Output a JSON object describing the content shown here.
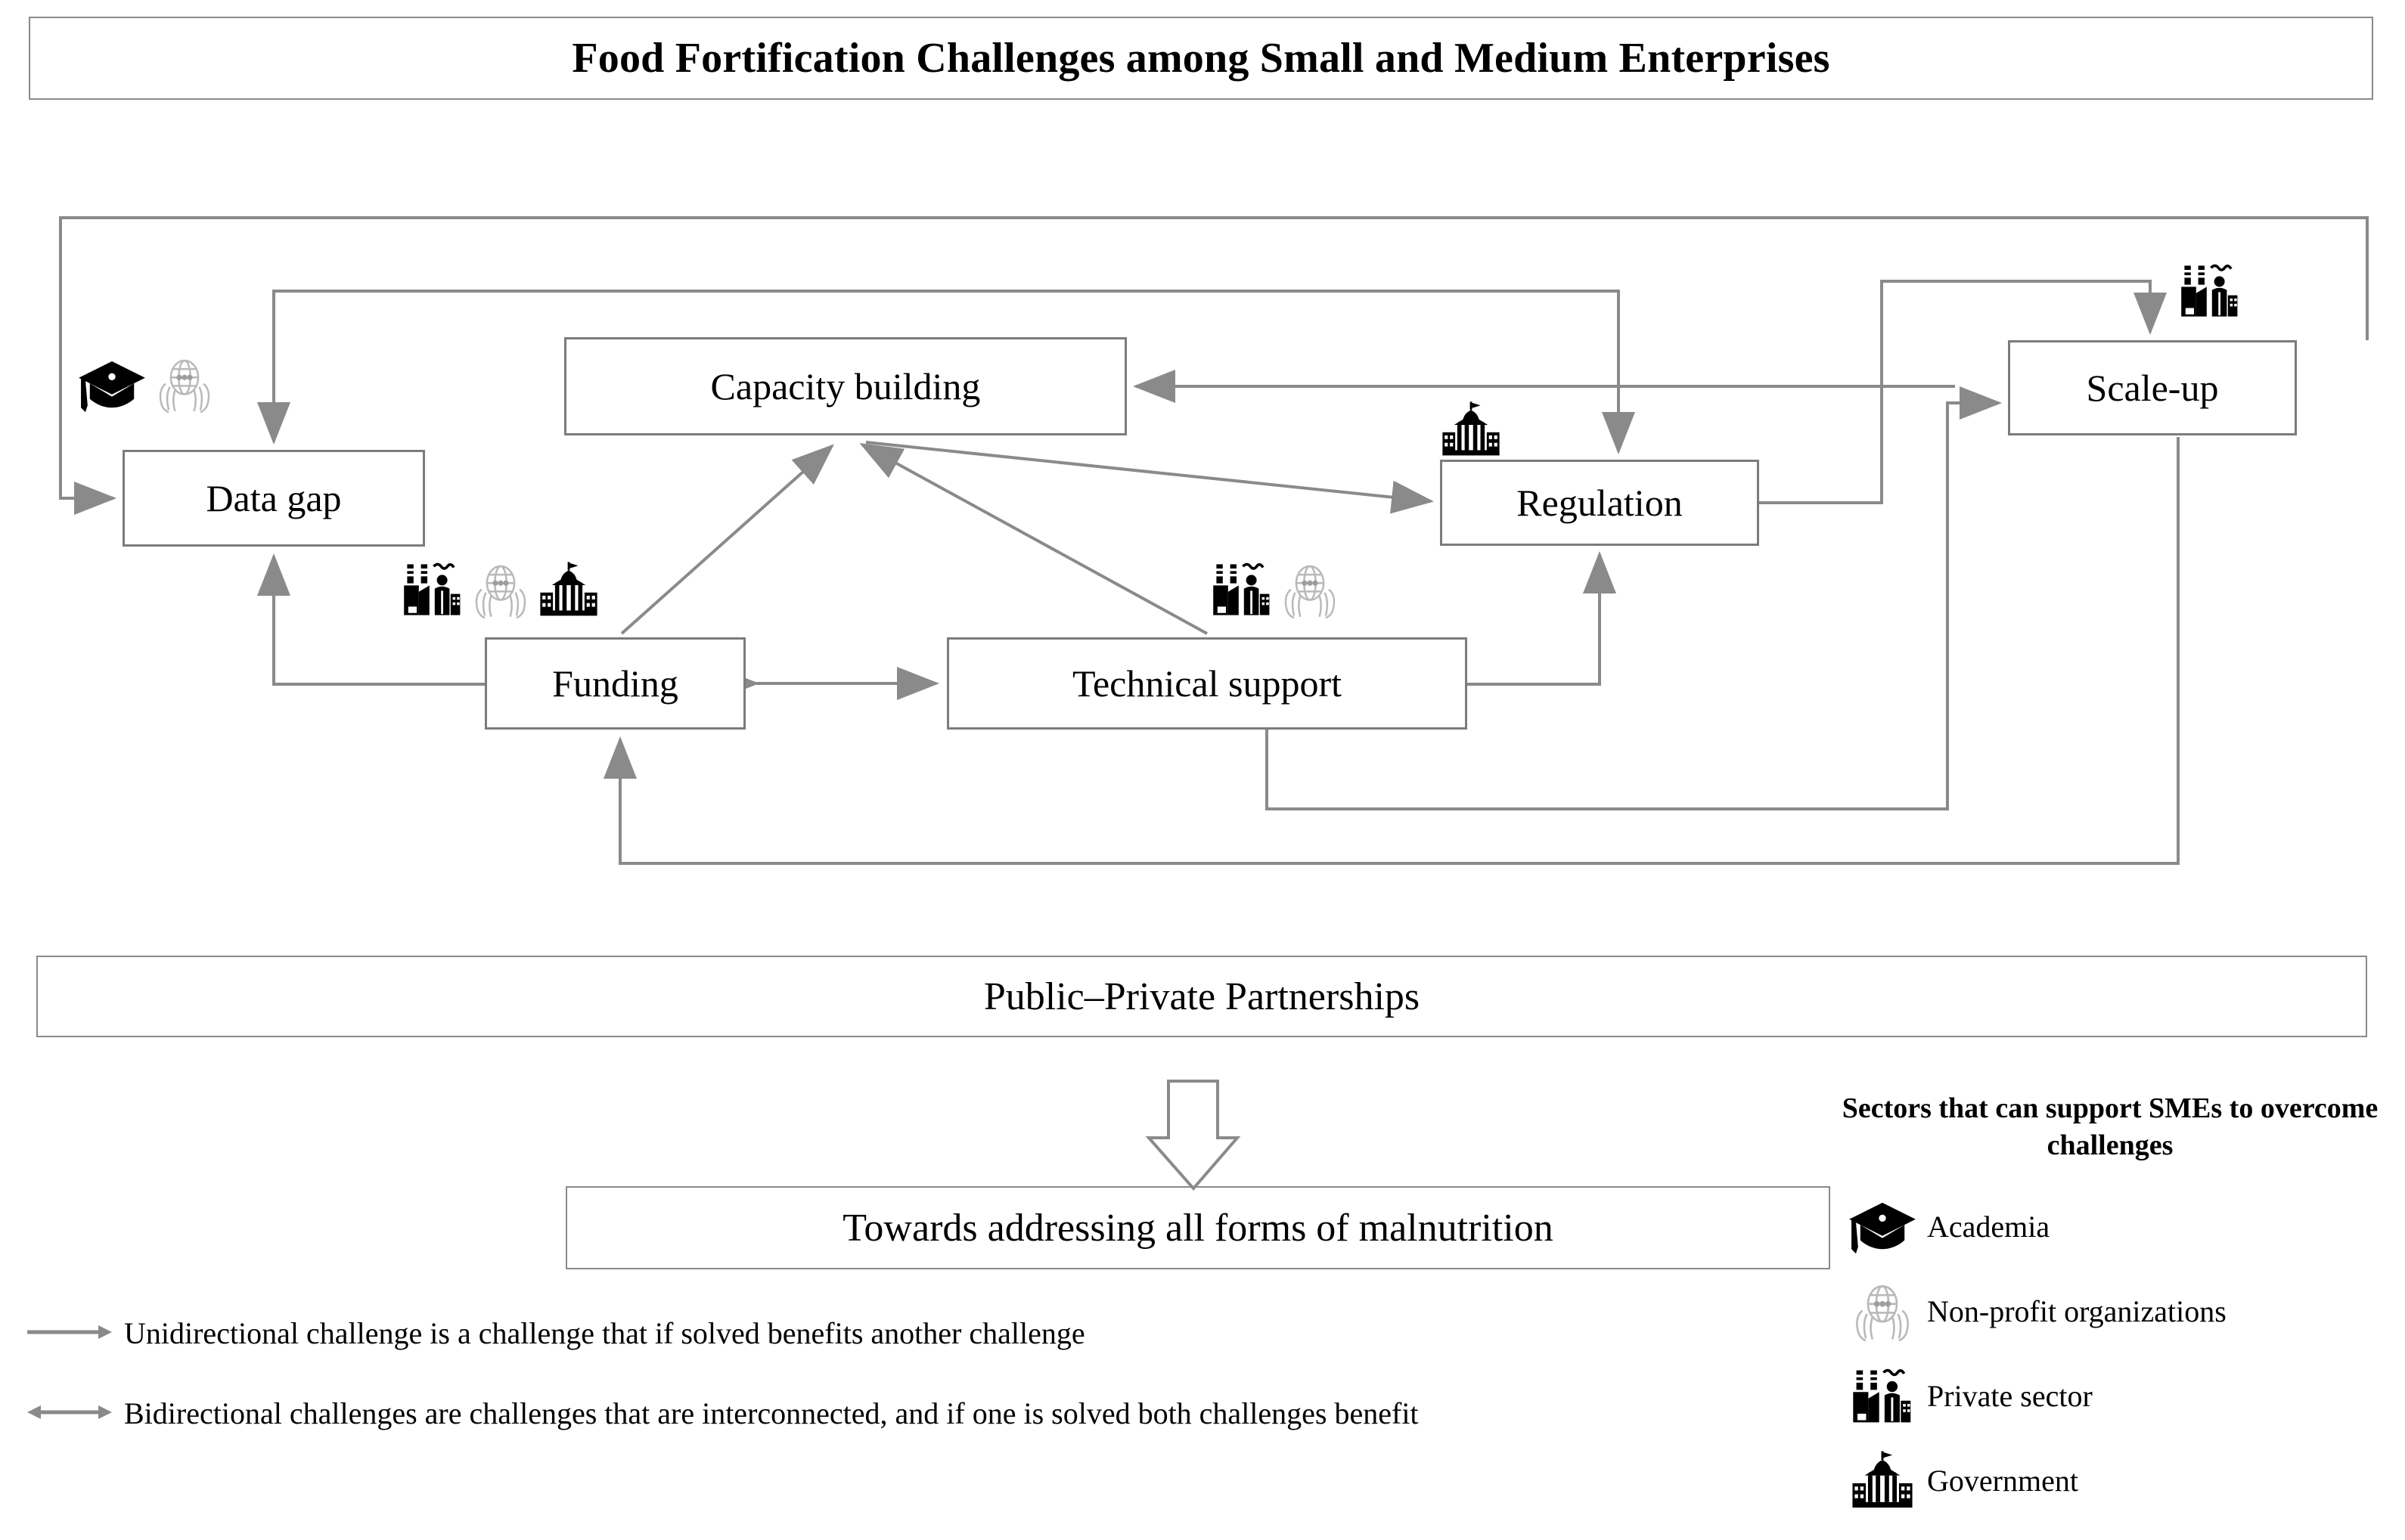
{
  "title": "Food Fortification Challenges among Small and Medium Enterprises",
  "nodes": {
    "data_gap": "Data gap",
    "capacity_building": "Capacity building",
    "regulation": "Regulation",
    "scale_up": "Scale-up",
    "funding": "Funding",
    "technical_support": "Technical support"
  },
  "ppp_banner": "Public–Private Partnerships",
  "outcome": "Towards addressing all forms of malnutrition",
  "arrow_legend": [
    {
      "glyph": "unidirectional-arrow-icon",
      "text": "Unidirectional challenge is a challenge that if solved benefits another challenge"
    },
    {
      "glyph": "bidirectional-arrow-icon",
      "text": "Bidirectional challenges are challenges that are interconnected, and if one is solved both challenges benefit"
    }
  ],
  "sector_legend": {
    "title": "Sectors that can support SMEs to overcome challenges",
    "items": [
      {
        "icon": "graduation-cap-icon",
        "label": "Academia"
      },
      {
        "icon": "globe-in-hands-icon",
        "label": "Non-profit organizations"
      },
      {
        "icon": "factory-worker-icon",
        "label": "Private sector"
      },
      {
        "icon": "government-building-icon",
        "label": "Government"
      }
    ]
  },
  "node_sectors": {
    "data_gap": [
      "graduation-cap-icon",
      "globe-in-hands-icon"
    ],
    "funding": [
      "factory-worker-icon",
      "globe-in-hands-icon",
      "government-building-icon"
    ],
    "technical_support": [
      "factory-worker-icon",
      "globe-in-hands-icon"
    ],
    "regulation": [
      "government-building-icon"
    ],
    "scale_up": [
      "factory-worker-icon"
    ]
  },
  "colors": {
    "line": "#8a8a8a",
    "box_border": "#7c7c7c",
    "text": "#000000",
    "background": "#ffffff"
  },
  "chart_data": {
    "type": "diagram",
    "title": "Food Fortification Challenges among Small and Medium Enterprises",
    "nodes": [
      "Data gap",
      "Capacity building",
      "Regulation",
      "Scale-up",
      "Funding",
      "Technical support",
      "Public–Private Partnerships",
      "Towards addressing all forms of malnutrition"
    ],
    "edges": [
      {
        "from": "Scale-up",
        "to": "Data gap",
        "direction": "unidirectional"
      },
      {
        "from": "Capacity building",
        "to": "Data gap",
        "direction": "unidirectional"
      },
      {
        "from": "Funding",
        "to": "Data gap",
        "direction": "unidirectional"
      },
      {
        "from": "Funding",
        "to": "Capacity building",
        "direction": "unidirectional"
      },
      {
        "from": "Technical support",
        "to": "Capacity building",
        "direction": "unidirectional"
      },
      {
        "from": "Scale-up",
        "to": "Capacity building",
        "direction": "unidirectional"
      },
      {
        "from": "Capacity building",
        "to": "Regulation",
        "direction": "unidirectional"
      },
      {
        "from": "Regulation",
        "to": "Scale-up",
        "direction": "unidirectional"
      },
      {
        "from": "Technical support",
        "to": "Regulation",
        "direction": "unidirectional"
      },
      {
        "from": "Technical support",
        "to": "Scale-up",
        "direction": "unidirectional"
      },
      {
        "from": "Scale-up",
        "to": "Funding",
        "direction": "unidirectional"
      },
      {
        "from": "Funding",
        "to": "Technical support",
        "direction": "bidirectional"
      }
    ],
    "flow": "Public–Private Partnerships → Towards addressing all forms of malnutrition"
  }
}
